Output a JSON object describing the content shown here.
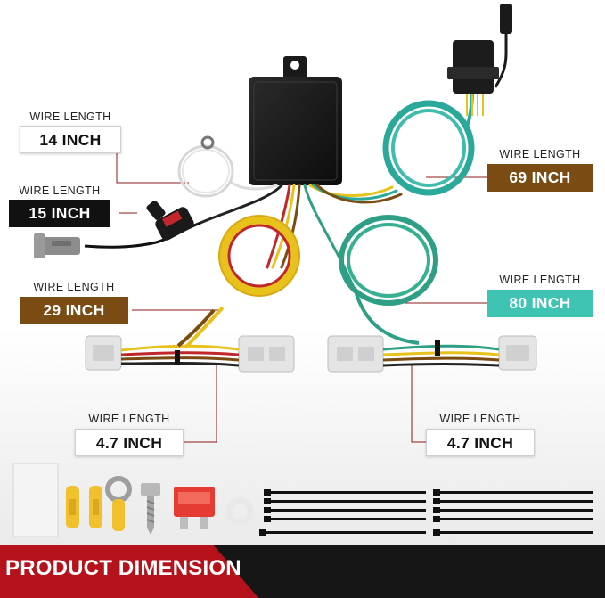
{
  "labels": {
    "wire_a": {
      "caption": "WIRE LENGTH",
      "value": "14 INCH"
    },
    "wire_b": {
      "caption": "WIRE LENGTH",
      "value": "15 INCH"
    },
    "wire_c": {
      "caption": "WIRE LENGTH",
      "value": "29 INCH"
    },
    "wire_d": {
      "caption": "WIRE LENGTH",
      "value": "69 INCH"
    },
    "wire_e": {
      "caption": "WIRE LENGTH",
      "value": "80 INCH"
    },
    "wire_f": {
      "caption": "WIRE LENGTH",
      "value": "4.7 INCH"
    },
    "wire_g": {
      "caption": "WIRE LENGTH",
      "value": "4.7 INCH"
    }
  },
  "banner": {
    "text": "PRODUCT DIMENSION"
  },
  "colors": {
    "teal_wire": "#2aa89a",
    "green_wire": "#2e9e84",
    "yellow_wire": "#e8c21a",
    "red_wire": "#c0262a",
    "brown_tag": "#7a4b12",
    "teal_tag": "#3fc4b4",
    "banner_red": "#b5121b",
    "leader_line": "#8b1a1a"
  },
  "icons": [
    "control-module-icon",
    "four-pin-plug-icon",
    "fuse-holder-icon",
    "t-connector-icon",
    "butt-connector-icon",
    "ring-terminal-icon",
    "self-tapping-screw-icon",
    "blade-fuse-icon",
    "washer-icon",
    "cable-tie-icon",
    "adhesive-pad-icon"
  ]
}
